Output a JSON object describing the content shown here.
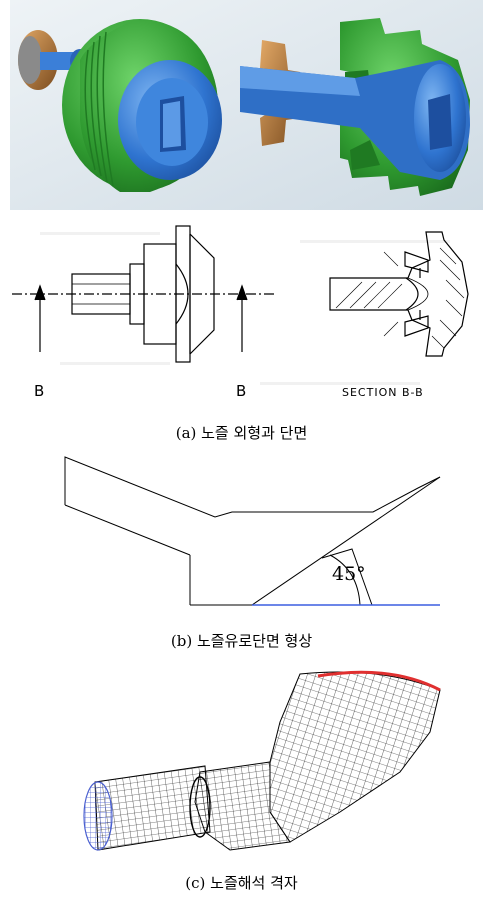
{
  "figure": {
    "panel_a": {
      "caption": "(a) 노즐 외형과 단면",
      "section_marks": [
        "B",
        "B"
      ],
      "section_label": "SECTION B-B"
    },
    "panel_b": {
      "caption": "(b) 노즐유로단면 형상",
      "angle_label": "45°"
    },
    "panel_c": {
      "caption": "(c) 노즐해석 격자"
    }
  },
  "colors": {
    "render_background": "#d7e2ea",
    "green_body": "#39a338",
    "blue_insert": "#3a7fd5",
    "bronze_part": "#b97b3c",
    "outlet_edge": "#e03030",
    "inlet_mesh": "#4a5fd0",
    "base_line": "#3b5fe0"
  }
}
